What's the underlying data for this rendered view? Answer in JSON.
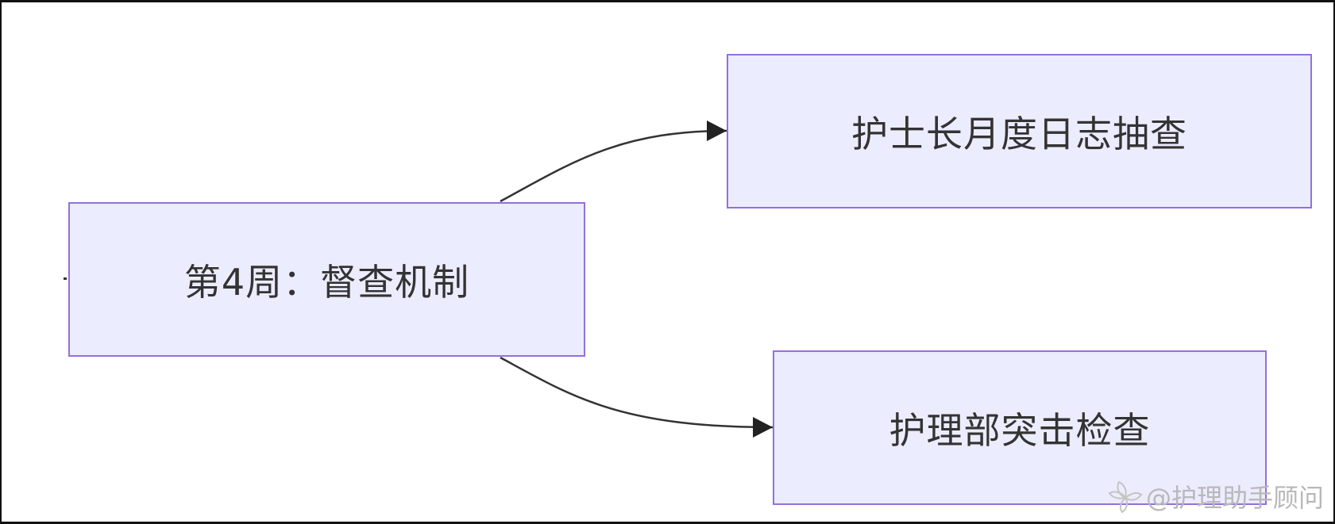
{
  "diagram": {
    "root": {
      "label": "第4周：督查机制"
    },
    "children": [
      {
        "label": "护士长月度日志抽查"
      },
      {
        "label": "护理部突击检查"
      }
    ]
  },
  "watermark": {
    "text": "@护理助手顾问"
  },
  "colors": {
    "node_fill": "#ECECFF",
    "node_border": "#9370DB",
    "edge": "#333333",
    "text": "#333333",
    "watermark": "#b8b8b8"
  }
}
